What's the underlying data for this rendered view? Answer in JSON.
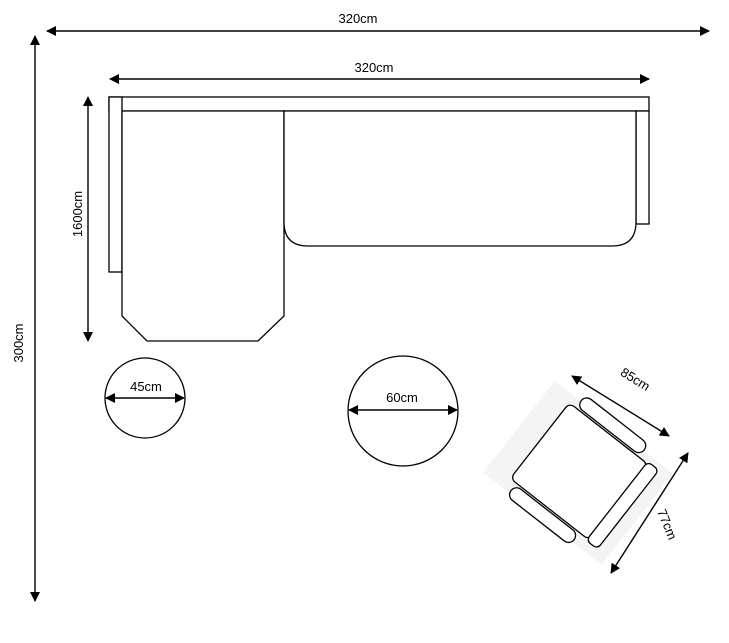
{
  "room": {
    "width_label": "320cm",
    "height_label": "300cm"
  },
  "sofa": {
    "width_label": "320cm",
    "depth_label": "1600cm"
  },
  "tables": [
    {
      "diameter_label": "45cm"
    },
    {
      "diameter_label": "60cm"
    }
  ],
  "armchair": {
    "width_label": "85cm",
    "depth_label": "77cm"
  }
}
